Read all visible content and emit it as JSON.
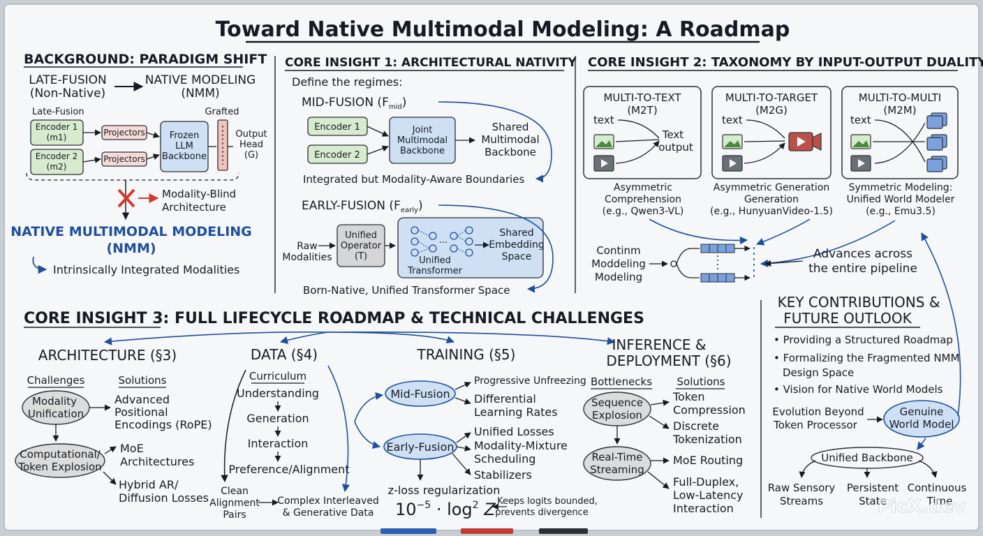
{
  "title": "Toward Native Multimodal Modeling: A Roadmap",
  "background": {
    "heading": "BACKGROUND: PARADIGM SHIFT",
    "from_line1": "LATE-FUSION",
    "from_line2": "(Non-Native)",
    "to_line1": "NATIVE MODELING",
    "to_line2": "(NMM)",
    "late_fusion_label": "Late-Fusion",
    "grafted_label": "Grafted",
    "encoder1": [
      "Encoder 1",
      "(m1)"
    ],
    "encoder2": [
      "Encoder 2",
      "(m2)"
    ],
    "projectors": "Projectors",
    "frozen_llm": [
      "Frozen",
      "LLM",
      "Backbone"
    ],
    "output_head": [
      "Output",
      "Head",
      "(G)"
    ],
    "blind_line1": "Modality-Blind",
    "blind_line2": "Architecture",
    "nmm_line1": "NATIVE MULTIMODAL MODELING",
    "nmm_line2": "(NMM)",
    "intrinsic": "Intrinsically Integrated Modalities"
  },
  "insight1": {
    "heading": "CORE INSIGHT 1: ARCHITECTURAL NATIVITY",
    "define": "Define the regimes:",
    "mid_label": "MID-FUSION (F",
    "mid_sub": "mid",
    "encoder1": "Encoder 1",
    "encoder2": "Encoder 2",
    "joint": [
      "Joint",
      "Multimodal",
      "Backbone"
    ],
    "shared_backbone": [
      "Shared",
      "Multimodal",
      "Backbone"
    ],
    "integrated": "Integrated but Modality-Aware Boundaries",
    "early_label": "EARLY-FUSION (F",
    "early_sub": "early",
    "raw": [
      "Raw",
      "Modalities"
    ],
    "unified_op": [
      "Unified",
      "Operator",
      "(T)"
    ],
    "unified_tf": [
      "Unified",
      "Transformer"
    ],
    "shared_embed": [
      "Shared",
      "Embedding",
      "Space"
    ],
    "born_native": "Born-Native, Unified Transformer Space"
  },
  "insight2": {
    "heading": "CORE INSIGHT 2: TAXONOMY BY INPUT-OUTPUT DUALITY",
    "m2t": [
      "MULTI-TO-TEXT",
      "(M2T)"
    ],
    "m2g": [
      "MULTI-TO-TARGET",
      "(M2G)"
    ],
    "m2m": [
      "MULTI-TO-MULTI",
      "(M2M)"
    ],
    "text": "text",
    "text_output": [
      "Text",
      "output"
    ],
    "cap_m2t": [
      "Asymmetric",
      "Comprehension",
      "(e.g., Qwen3-VL)"
    ],
    "cap_m2g": [
      "Asymmetric Generation",
      "Generation",
      "(e.g., HunyuanVideo-1.5)"
    ],
    "cap_m2m": [
      "Symmetric Modeling:",
      "Unified World Modeler",
      "(e.g., Emu3.5)"
    ],
    "continuum": [
      "Continm",
      "Moddeling",
      "Modeling"
    ],
    "advances": [
      "Advances across",
      "the entire pipeline"
    ]
  },
  "insight3": {
    "heading": "CORE INSIGHT 3: FULL LIFECYCLE ROADMAP & TECHNICAL CHALLENGES",
    "architecture": {
      "title": "ARCHITECTURE (§3)",
      "challenges": "Challenges",
      "solutions": "Solutions",
      "c1": [
        "Modality",
        "Unification"
      ],
      "c2": [
        "Computational/",
        "Token Explosion"
      ],
      "s1": [
        "Advanced",
        "Positional",
        "Encodings (RoPE)"
      ],
      "s2": [
        "MoE",
        "Architectures"
      ],
      "s3": [
        "Hybrid AR/",
        "Diffusion Losses"
      ]
    },
    "data": {
      "title": "DATA (§4)",
      "curriculum": "Curriculum",
      "steps": [
        "Understanding",
        "Generation",
        "Interaction",
        "Preference/Alignment"
      ],
      "clean": [
        "Clean",
        "Alignment",
        "Pairs"
      ],
      "complex": [
        "Complex Interleaved",
        "& Generative Data"
      ]
    },
    "training": {
      "title": "TRAINING (§5)",
      "mid": "Mid-Fusion",
      "early": "Early-Fusion",
      "mid_items": [
        "Progressive Unfreezing",
        "Differential",
        "Learning Rates"
      ],
      "early_items": [
        "Unified Losses",
        "Modality-Mixture",
        "Scheduling",
        "Stabilizers"
      ],
      "zloss": "z-loss regularization",
      "formula_a": "10",
      "formula_exp": "−5",
      "formula_b": " · log",
      "formula_exp2": "2",
      "formula_c": " Z",
      "keeps": [
        "Keeps logits bounded,",
        "prevents divergence"
      ]
    },
    "inference": {
      "title1": "INFERENCE &",
      "title2": "DEPLOYMENT (§6)",
      "bottlenecks": "Bottlenecks",
      "solutions": "Solutions",
      "b1": [
        "Sequence",
        "Explosion"
      ],
      "b2": [
        "Real-Time",
        "Streaming"
      ],
      "s1": [
        "Token",
        "Compression"
      ],
      "s2": [
        "Discrete",
        "Tokenization"
      ],
      "s3": "MoE Routing",
      "s4": [
        "Full-Duplex,",
        "Low-Latency",
        "Interaction"
      ]
    }
  },
  "contributions": {
    "heading1": "KEY CONTRIBUTIONS &",
    "heading2": "FUTURE OUTLOOK",
    "bullets": [
      "Providing a Structured Roadmap",
      "Formalizing the Fragmented NMM",
      "Design Space",
      "Vision for Native World Models"
    ],
    "evolution": [
      "Evolution Beyond",
      "Token Processor"
    ],
    "genuine": [
      "Genuine",
      "World Model"
    ],
    "unified_backbone": "Unified Backbone",
    "raw": [
      "Raw Sensory",
      "Streams"
    ],
    "persistent": [
      "Persistent",
      "State"
    ],
    "continuous": [
      "Continuous",
      "Time"
    ]
  },
  "watermark": "PicX.dev",
  "colors": {
    "board": "#f6f7f8",
    "ink": "#161a22",
    "accent_blue": "#1d4f9c",
    "box_green": "#d7ebcf",
    "box_pink": "#f6dcd8",
    "box_blue": "#cfe0f4",
    "box_gray": "#d6d6d6",
    "red": "#d23a2c"
  }
}
